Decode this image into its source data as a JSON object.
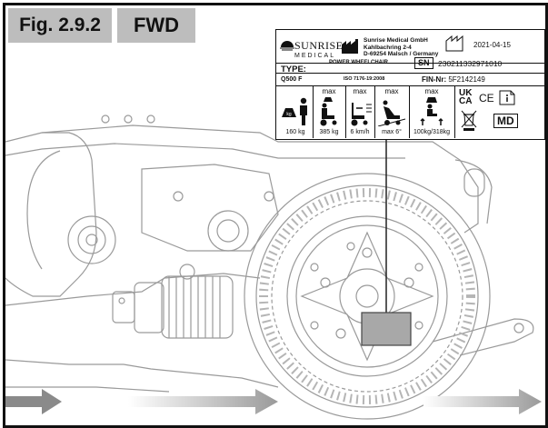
{
  "figure": {
    "label": "Fig. 2.9.2",
    "direction": "FWD"
  },
  "rating_label": {
    "brand": "SUNRISE",
    "brand_sub": "MEDICAL",
    "manufacturer_lines": [
      "Sunrise Medical GmbH",
      "Kahlbachring 2-4",
      "D-69254 Malsch / Germany"
    ],
    "manufacture_date": "2021-04-15",
    "type_label": "TYPE:",
    "product_name": "POWER WHEELCHAIR",
    "sn_label": "SN",
    "serial_number": "230211332971010",
    "model": "Q500 F",
    "standard": "ISO 7176-19:2008",
    "fin_label": "FIN-Nr:",
    "fin_number": "5F2142149",
    "specs": [
      {
        "max_label": "",
        "value": "160 kg",
        "icon": "user-weight-icon"
      },
      {
        "max_label": "max",
        "value": "385 kg",
        "icon": "total-weight-icon"
      },
      {
        "max_label": "max",
        "value": "6 km/h",
        "icon": "speed-icon"
      },
      {
        "max_label": "max",
        "value": "max 6°",
        "icon": "slope-icon"
      },
      {
        "max_label": "max",
        "value": "100kg/318kg",
        "icon": "transit-weight-icon"
      }
    ],
    "marks": {
      "ukca": [
        "UK",
        "CA"
      ],
      "ce": "CE",
      "md": "MD"
    }
  },
  "colors": {
    "tag_background": "#bdbdbd",
    "drawing_line": "#9a9a9a",
    "arrow_dark": "#8a8a8a",
    "highlight_box": "#a8a8a8"
  }
}
